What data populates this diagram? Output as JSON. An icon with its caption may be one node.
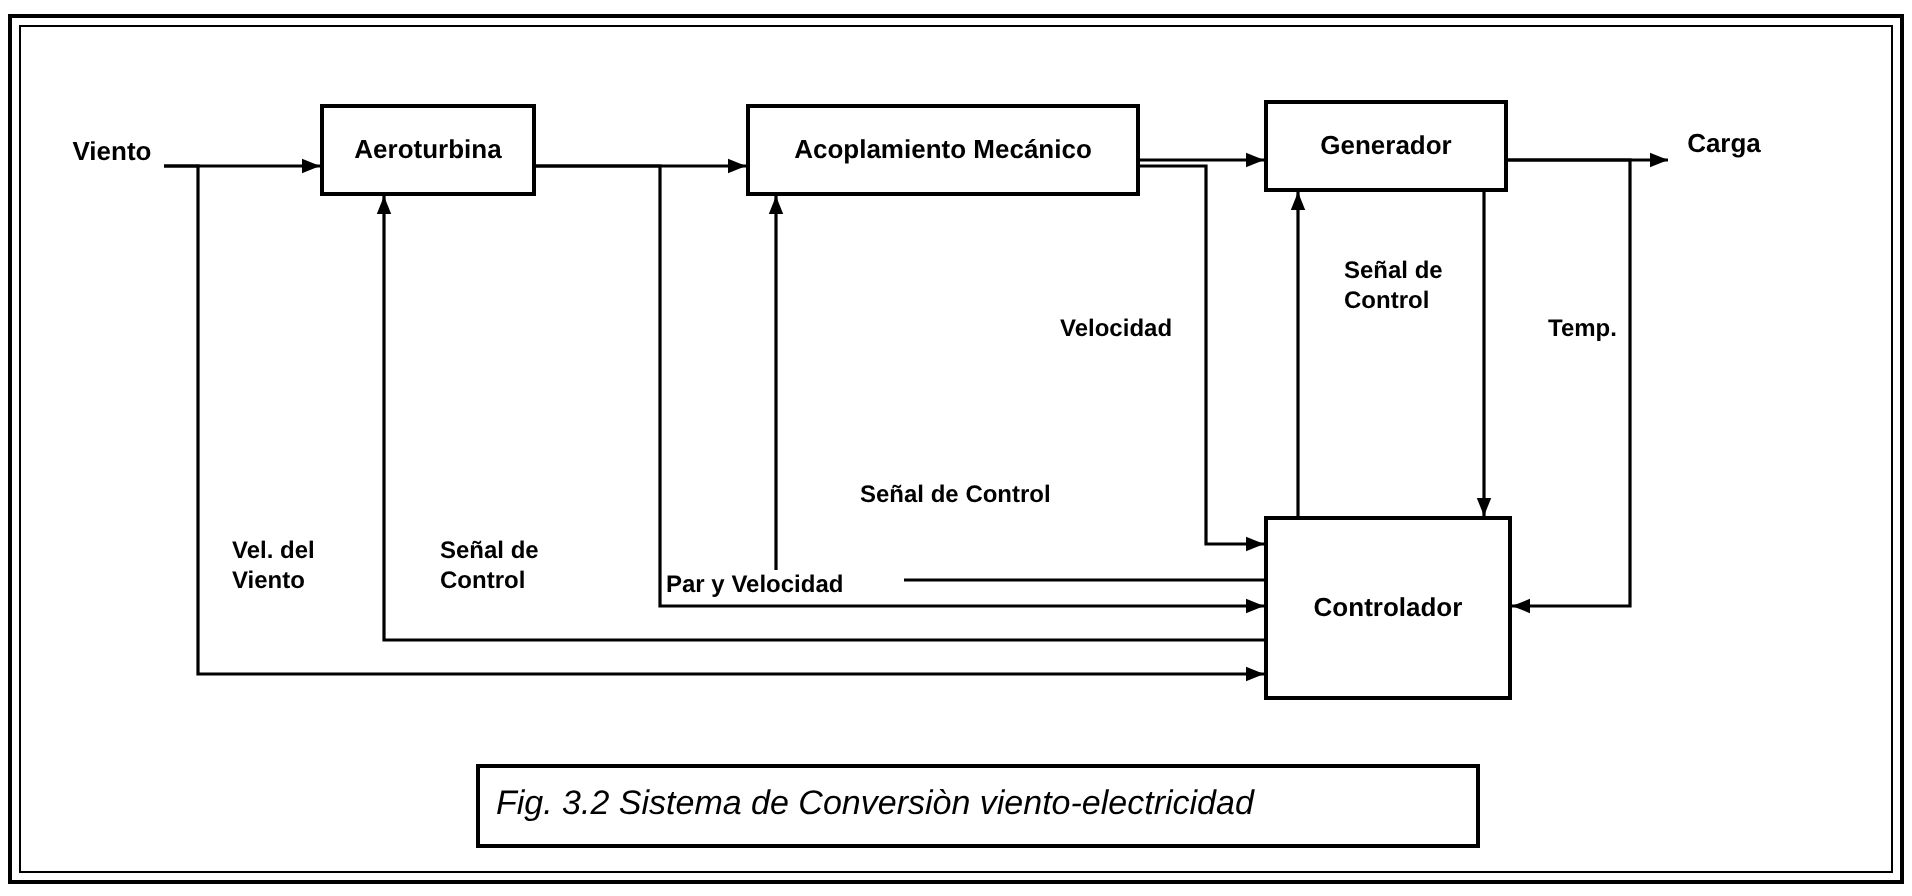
{
  "diagram": {
    "caption": "Fig. 3.2 Sistema de Conversiòn viento-electricidad",
    "nodes": [
      {
        "text": [
          "Viento"
        ]
      },
      {
        "text": [
          "Aeroturbina"
        ]
      },
      {
        "text": [
          "Acoplamiento Mecánico"
        ]
      },
      {
        "text": [
          "Generador"
        ]
      },
      {
        "text": [
          "Carga"
        ]
      },
      {
        "text": [
          "Controlador"
        ]
      }
    ],
    "edges": [
      {
        "from": 0,
        "to": 1,
        "arrow": "to"
      },
      {
        "from": 1,
        "to": 2,
        "arrow": "to"
      },
      {
        "from": 2,
        "to": 3,
        "arrow": "to"
      },
      {
        "from": 3,
        "to": 4,
        "arrow": "to"
      },
      {
        "from": 0,
        "to": 5,
        "arrow": "to",
        "label": "Vel. del Viento"
      },
      {
        "from": 5,
        "to": 1,
        "arrow": "to",
        "label": "Señal de Control"
      },
      {
        "from": 1,
        "to": 5,
        "arrow": "to",
        "label": "Par y Velocidad"
      },
      {
        "from": 5,
        "to": 2,
        "arrow": "to",
        "label": "Señal de Control"
      },
      {
        "from": 2,
        "to": 5,
        "arrow": "to",
        "label": "Velocidad"
      },
      {
        "from": 5,
        "to": 3,
        "arrow": "to",
        "label": "Señal de Control"
      },
      {
        "from": 3,
        "to": 5,
        "arrow": "to"
      },
      {
        "from": 3,
        "to": 5,
        "arrow": "to",
        "label": "Temp."
      }
    ]
  }
}
